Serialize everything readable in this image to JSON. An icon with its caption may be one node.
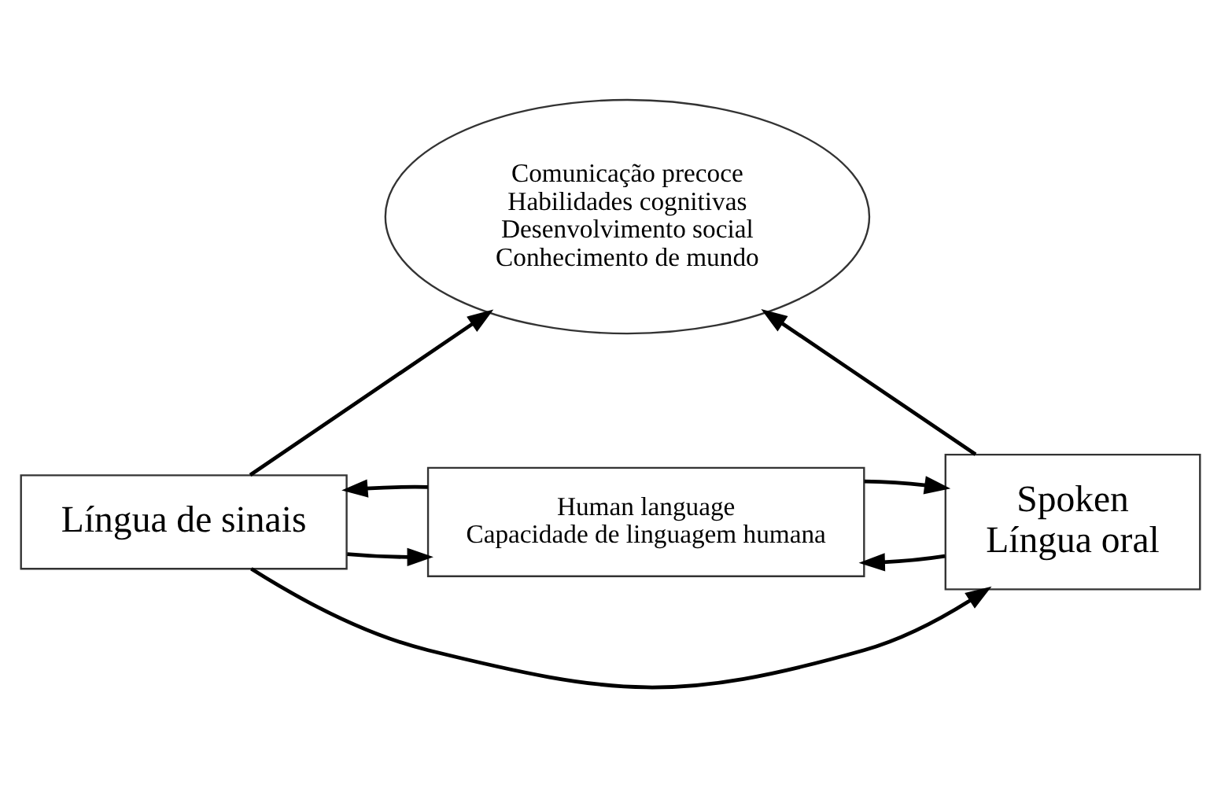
{
  "diagram": {
    "nodes": [
      {
        "text": [
          "Comunicação precoce",
          "Habilidades cognitivas",
          "Desenvolvimento social",
          "Conhecimento de mundo"
        ]
      },
      {
        "text": [
          "Língua de sinais"
        ]
      },
      {
        "text": [
          "Human language",
          "Capacidade de linguagem humana"
        ]
      },
      {
        "text": [
          "Spoken",
          "Língua oral"
        ]
      }
    ],
    "edges": [
      {
        "from": 1,
        "to": 0,
        "arrow": "to"
      },
      {
        "from": 3,
        "to": 0,
        "arrow": "to"
      },
      {
        "from": 2,
        "to": 1,
        "arrow": "to"
      },
      {
        "from": 1,
        "to": 2,
        "arrow": "to"
      },
      {
        "from": 2,
        "to": 3,
        "arrow": "to"
      },
      {
        "from": 3,
        "to": 2,
        "arrow": "to"
      },
      {
        "from": 1,
        "to": 3,
        "arrow": "to"
      }
    ]
  }
}
